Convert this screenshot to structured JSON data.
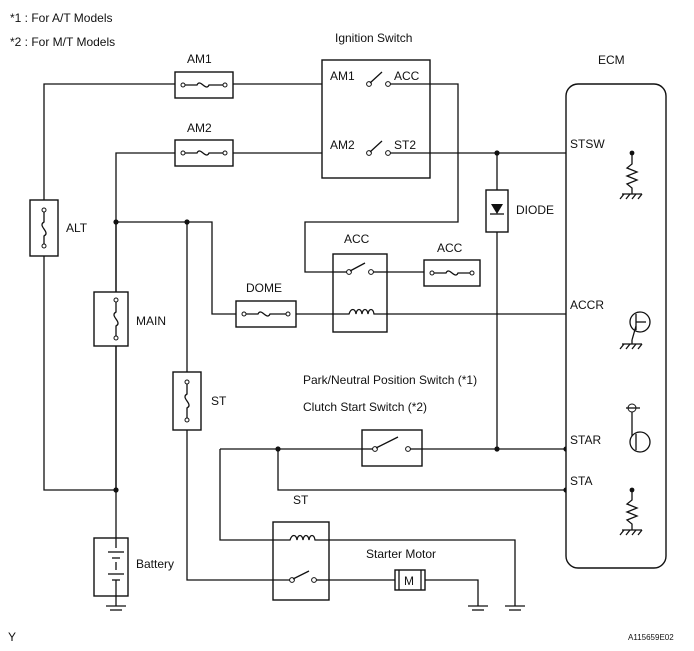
{
  "notes": {
    "at": "*1 : For A/T Models",
    "mt": "*2 : For M/T Models"
  },
  "labels": {
    "am1_fuse": "AM1",
    "am2_fuse": "AM2",
    "ignition_switch": "Ignition Switch",
    "ig_am1": "AM1",
    "ig_acc": "ACC",
    "ig_am2": "AM2",
    "ig_st2": "ST2",
    "ecm": "ECM",
    "stsw": "STSW",
    "alt": "ALT",
    "diode": "DIODE",
    "acc_relay": "ACC",
    "acc_fuse": "ACC",
    "dome": "DOME",
    "accr": "ACCR",
    "main": "MAIN",
    "pnp_switch": "Park/Neutral Position Switch (*1)",
    "clutch_switch": "Clutch Start Switch (*2)",
    "st_fuse": "ST",
    "star": "STAR",
    "sta": "STA",
    "st_relay": "ST",
    "starter_motor": "Starter Motor",
    "motor_symbol": "M",
    "battery": "Battery",
    "corner_left": "Y",
    "corner_right": "A115659E02"
  }
}
